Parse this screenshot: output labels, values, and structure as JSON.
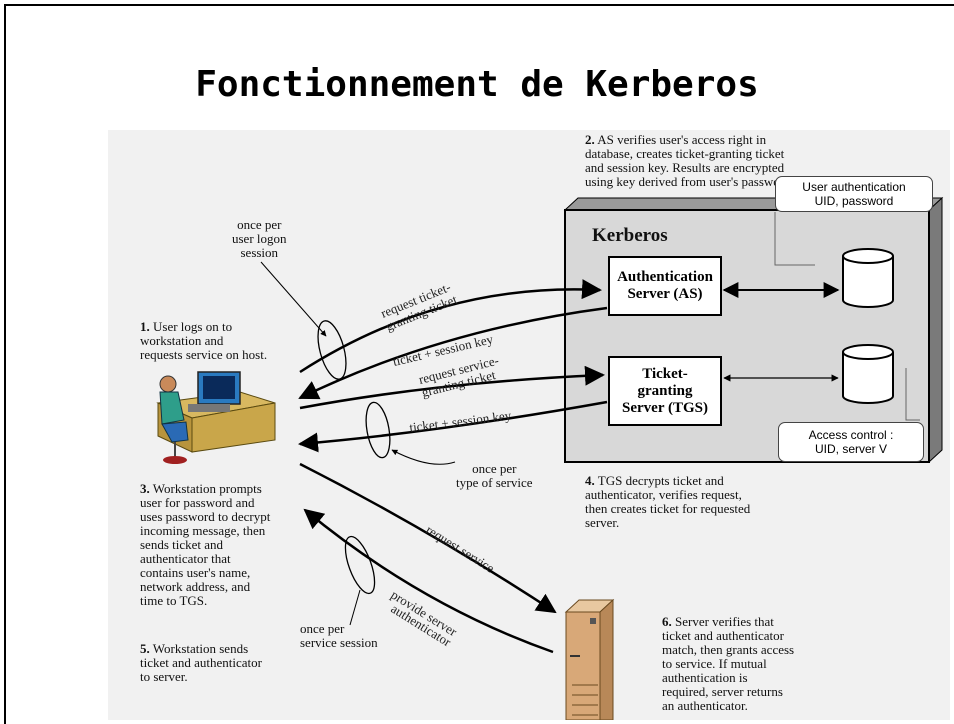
{
  "title": "Fonctionnement de Kerberos",
  "kerberos_label": "Kerberos",
  "as_box": {
    "line1": "Authentication",
    "line2": "Server (AS)"
  },
  "tgs_box": {
    "line1": "Ticket-",
    "line2": "granting",
    "line3": "Server (TGS)"
  },
  "callouts": {
    "user_auth": {
      "line1": "User authentication",
      "line2": "UID, password"
    },
    "access_control": {
      "line1": "Access control :",
      "line2": "UID, server V"
    }
  },
  "steps": {
    "s1": {
      "num": "1.",
      "l1": "User logs on to",
      "l2": "workstation and",
      "l3": "requests service on host."
    },
    "s2": {
      "num": "2.",
      "l1": "AS verifies user's access right in",
      "l2": "database, creates ticket-granting ticket",
      "l3": "and session key. Results are encrypted",
      "l4": "using key derived from user's password."
    },
    "s3": {
      "num": "3.",
      "l1": "Workstation prompts",
      "l2": "user for password and",
      "l3": "uses password to decrypt",
      "l4": "incoming message, then",
      "l5": "sends ticket and",
      "l6": "authenticator that",
      "l7": "contains user's name,",
      "l8": "network address, and",
      "l9": "time to TGS."
    },
    "s4": {
      "num": "4.",
      "l1": "TGS decrypts ticket and",
      "l2": "authenticator, verifies request,",
      "l3": "then creates ticket for requested",
      "l4": "server."
    },
    "s5": {
      "num": "5.",
      "l1": "Workstation sends",
      "l2": "ticket and authenticator",
      "l3": "to server."
    },
    "s6": {
      "num": "6.",
      "l1": "Server verifies that",
      "l2": "ticket and authenticator",
      "l3": "match, then grants access",
      "l4": "to service. If mutual",
      "l5": "authentication is",
      "l6": "required, server returns",
      "l7": "an authenticator."
    }
  },
  "notes": {
    "logon": {
      "l1": "once per",
      "l2": "user logon",
      "l3": "session"
    },
    "service_type": {
      "l1": "once per",
      "l2": "type of service"
    },
    "service_session": {
      "l1": "once per",
      "l2": "service session"
    }
  },
  "arrows": {
    "req_tgt_1": "request ticket-",
    "req_tgt_2": "granting ticket",
    "ticket_key_1": "ticket + session key",
    "req_sgt_1": "request service-",
    "req_sgt_2": "granting ticket",
    "ticket_key_2": "ticket + session key",
    "request_service": "request service",
    "provide_auth_1": "provide server",
    "provide_auth_2": "authenticator"
  }
}
